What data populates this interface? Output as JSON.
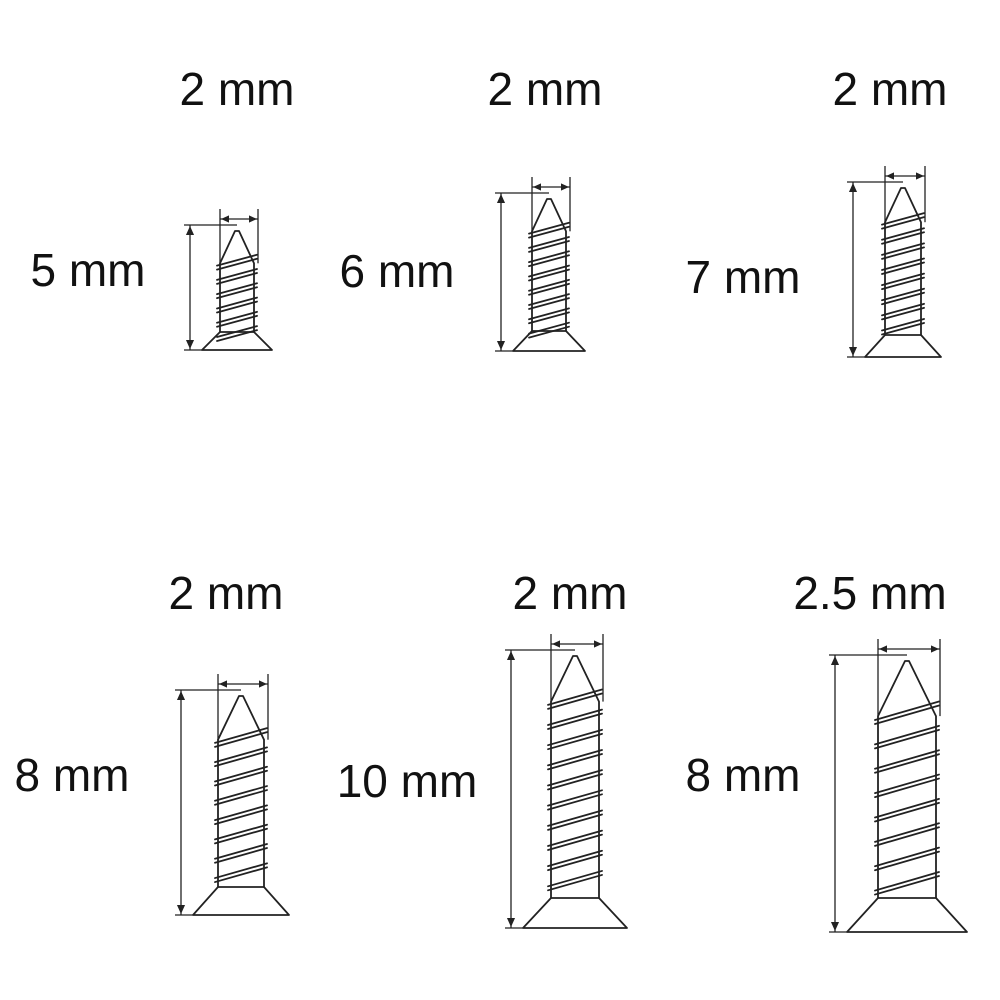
{
  "screws": [
    {
      "diameter": "2 mm",
      "length": "5 mm"
    },
    {
      "diameter": "2 mm",
      "length": "6 mm"
    },
    {
      "diameter": "2 mm",
      "length": "7 mm"
    },
    {
      "diameter": "2 mm",
      "length": "8 mm"
    },
    {
      "diameter": "2 mm",
      "length": "10 mm"
    },
    {
      "diameter": "2.5 mm",
      "length": "8 mm"
    }
  ],
  "colors": {
    "ink": "#222222",
    "text": "#111111",
    "background": "#ffffff"
  }
}
